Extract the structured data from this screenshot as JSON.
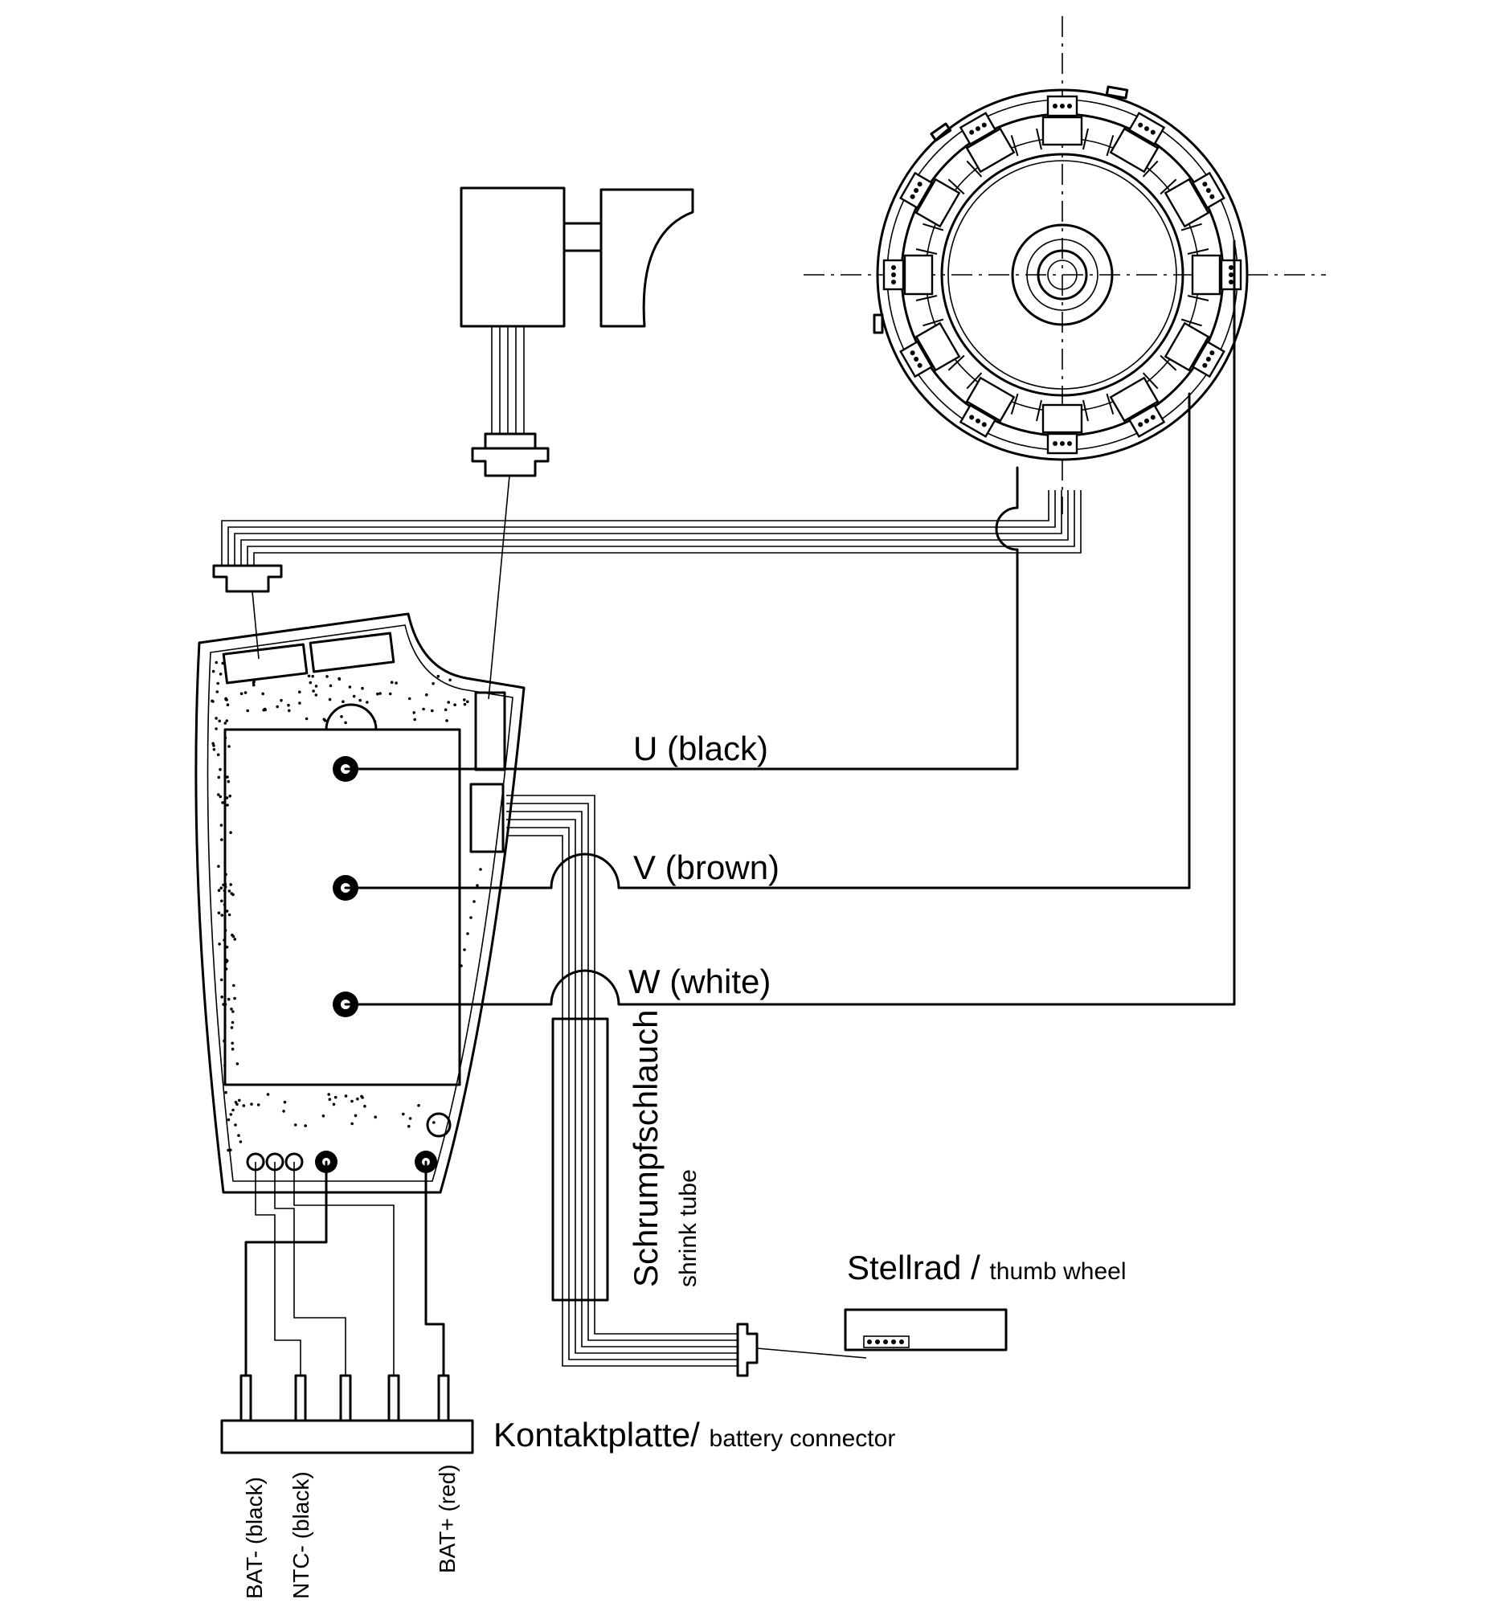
{
  "labels": {
    "phase_u": "U   (black)",
    "phase_v": "V   (brown)",
    "phase_w": "W  (white)",
    "shrink_tube_de": "Schrumpfschlauch",
    "shrink_tube_en": "shrink tube",
    "thumb_wheel_de": "Stellrad / ",
    "thumb_wheel_en": "thumb wheel",
    "battery_connector_de": "Kontaktplatte/ ",
    "battery_connector_en": "battery connector",
    "bat_minus": "BAT- (black)",
    "ntc_minus": "NTC- (black)",
    "bat_plus": "BAT+ (red)"
  },
  "colors": {
    "line": "#000000",
    "background": "#ffffff"
  }
}
